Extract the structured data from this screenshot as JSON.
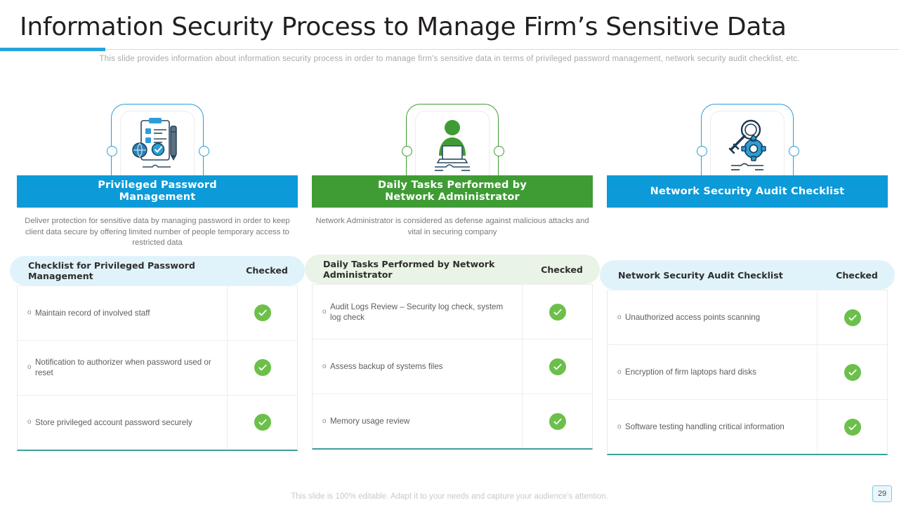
{
  "header": {
    "title": "Information Security Process to Manage Firm’s Sensitive Data",
    "subtitle": "This slide provides  information  about information  security process  in order to manage firm’s  sensitive  data  in terms of privileged  password  management,  network  security audit checklist, etc.",
    "accent_color": "#29a3dc"
  },
  "footer": {
    "note": "This slide is 100% editable. Adapt it to your needs and capture your audience’s attention.",
    "page_number": "29"
  },
  "colors": {
    "blue": "#0c9ad8",
    "green": "#3f9c35",
    "check_green": "#6cc04a",
    "table_bottom_teal": "#3e9e9b",
    "pill_blue": "#e0f3fb",
    "pill_green": "#e9f4e6"
  },
  "columns": [
    {
      "icon_name": "clipboard-checklist-pencil-icon",
      "bar_title_line1": "Privileged Password",
      "bar_title_line2": "Management",
      "bar_color": "blue",
      "description": "Deliver  protection  for  sensitive  data  by managing  password in order to keep client data  secure by offering  limited number  of people  temporary access to restricted data",
      "table": {
        "header_left": "Checklist for Privileged Password Management",
        "header_right": "Checked",
        "header_style": "blue",
        "rows": [
          {
            "label": "Maintain record of involved  staff",
            "checked": true
          },
          {
            "label": "Notification to authorizer  when  password used or reset",
            "checked": true
          },
          {
            "label": "Store privileged  account password securely",
            "checked": true
          }
        ]
      }
    },
    {
      "icon_name": "administrator-at-laptop-icon",
      "bar_title_line1": "Daily Tasks  Performed by",
      "bar_title_line2": "Network  Administrator",
      "bar_color": "green",
      "description": "Network Administrator is considered  as defense  against malicious attacks and vital  in securing company",
      "table": {
        "header_left": "Daily Tasks Performed by Network Administrator",
        "header_right": "Checked",
        "header_style": "green",
        "rows": [
          {
            "label": "Audit Logs Review  – Security log check, system log check",
            "checked": true
          },
          {
            "label": "Assess backup of systems files",
            "checked": true
          },
          {
            "label": "Memory usage review",
            "checked": true
          }
        ]
      }
    },
    {
      "icon_name": "key-gear-magnifier-icon",
      "bar_title_line1": "Network  Security  Audit Checklist",
      "bar_title_line2": "",
      "bar_color": "blue",
      "description": "",
      "table": {
        "header_left": "Network Security Audit Checklist",
        "header_right": "Checked",
        "header_style": "blue",
        "rows": [
          {
            "label": "Unauthorized  access points scanning",
            "checked": true
          },
          {
            "label": "Encryption of firm laptops hard disks",
            "checked": true
          },
          {
            "label": "Software testing handling critical information",
            "checked": true
          }
        ]
      }
    }
  ]
}
